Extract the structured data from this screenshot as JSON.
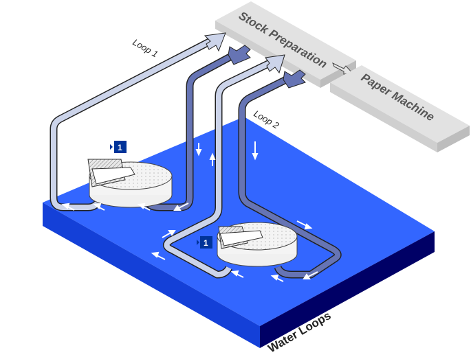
{
  "diagram": {
    "title": "Water Loops",
    "boxes": {
      "stock_preparation": "Stock Preparation",
      "paper_machine": "Paper Machine"
    },
    "loops": [
      {
        "label": "Loop 1",
        "badge": "1"
      },
      {
        "label": "Loop 2",
        "badge": "1"
      }
    ],
    "platform_label": "Water Loops",
    "colors": {
      "platform_top": "#3366ff",
      "platform_front": "#1440d8",
      "platform_side": "#000066",
      "supply_pipe": "#ccd4ea",
      "return_pipe": "#6674b4",
      "box_top": "#e2e2e2",
      "box_side": "#c4c4c4",
      "badge": "#003399"
    }
  }
}
